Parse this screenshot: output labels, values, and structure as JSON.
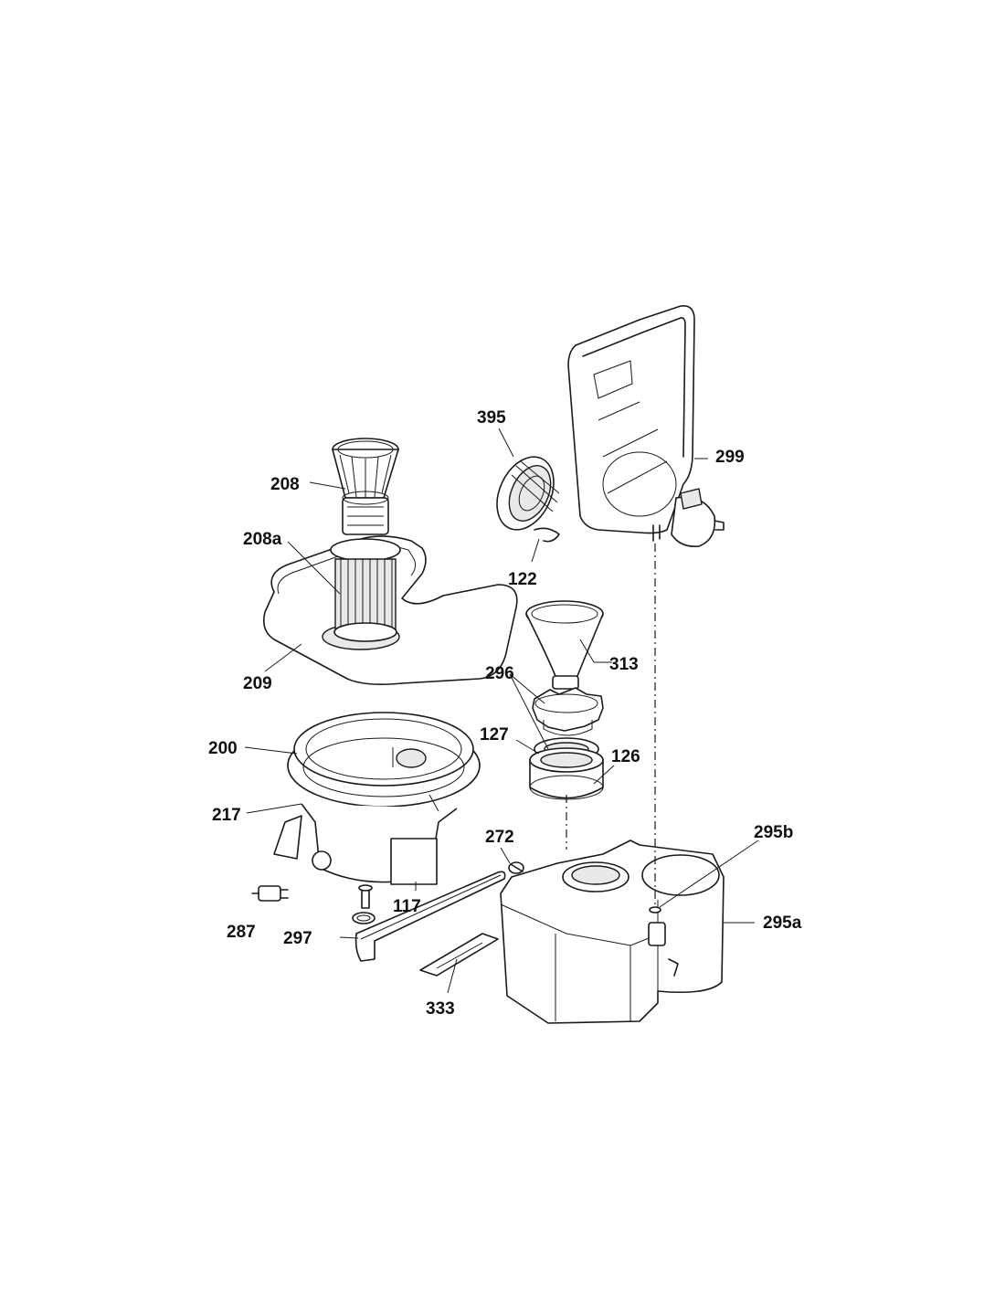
{
  "parts": [
    {
      "id": "395",
      "label": "395"
    },
    {
      "id": "299",
      "label": "299"
    },
    {
      "id": "208",
      "label": "208"
    },
    {
      "id": "208a",
      "label": "208a"
    },
    {
      "id": "122",
      "label": "122"
    },
    {
      "id": "313",
      "label": "313"
    },
    {
      "id": "296",
      "label": "296"
    },
    {
      "id": "209",
      "label": "209"
    },
    {
      "id": "127",
      "label": "127"
    },
    {
      "id": "126",
      "label": "126"
    },
    {
      "id": "200",
      "label": "200"
    },
    {
      "id": "217",
      "label": "217"
    },
    {
      "id": "272",
      "label": "272"
    },
    {
      "id": "295b",
      "label": "295b"
    },
    {
      "id": "117",
      "label": "117"
    },
    {
      "id": "295a",
      "label": "295a"
    },
    {
      "id": "287",
      "label": "287"
    },
    {
      "id": "297",
      "label": "297"
    },
    {
      "id": "333",
      "label": "333"
    }
  ]
}
